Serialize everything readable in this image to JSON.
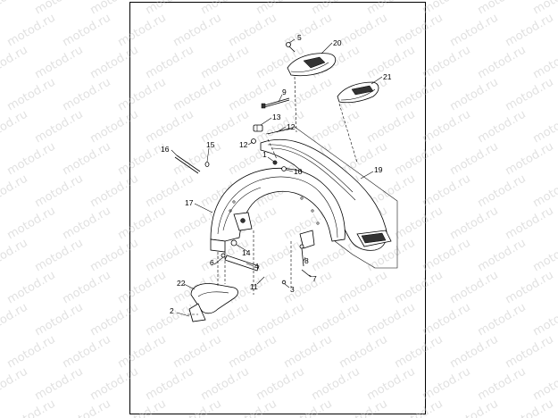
{
  "watermark": "motod.ru",
  "callouts": [
    "5",
    "20",
    "21",
    "9",
    "13",
    "12",
    "12",
    "16",
    "15",
    "1",
    "10",
    "19",
    "17",
    "14",
    "6",
    "4",
    "8",
    "7",
    "11",
    "3",
    "22",
    "2"
  ]
}
